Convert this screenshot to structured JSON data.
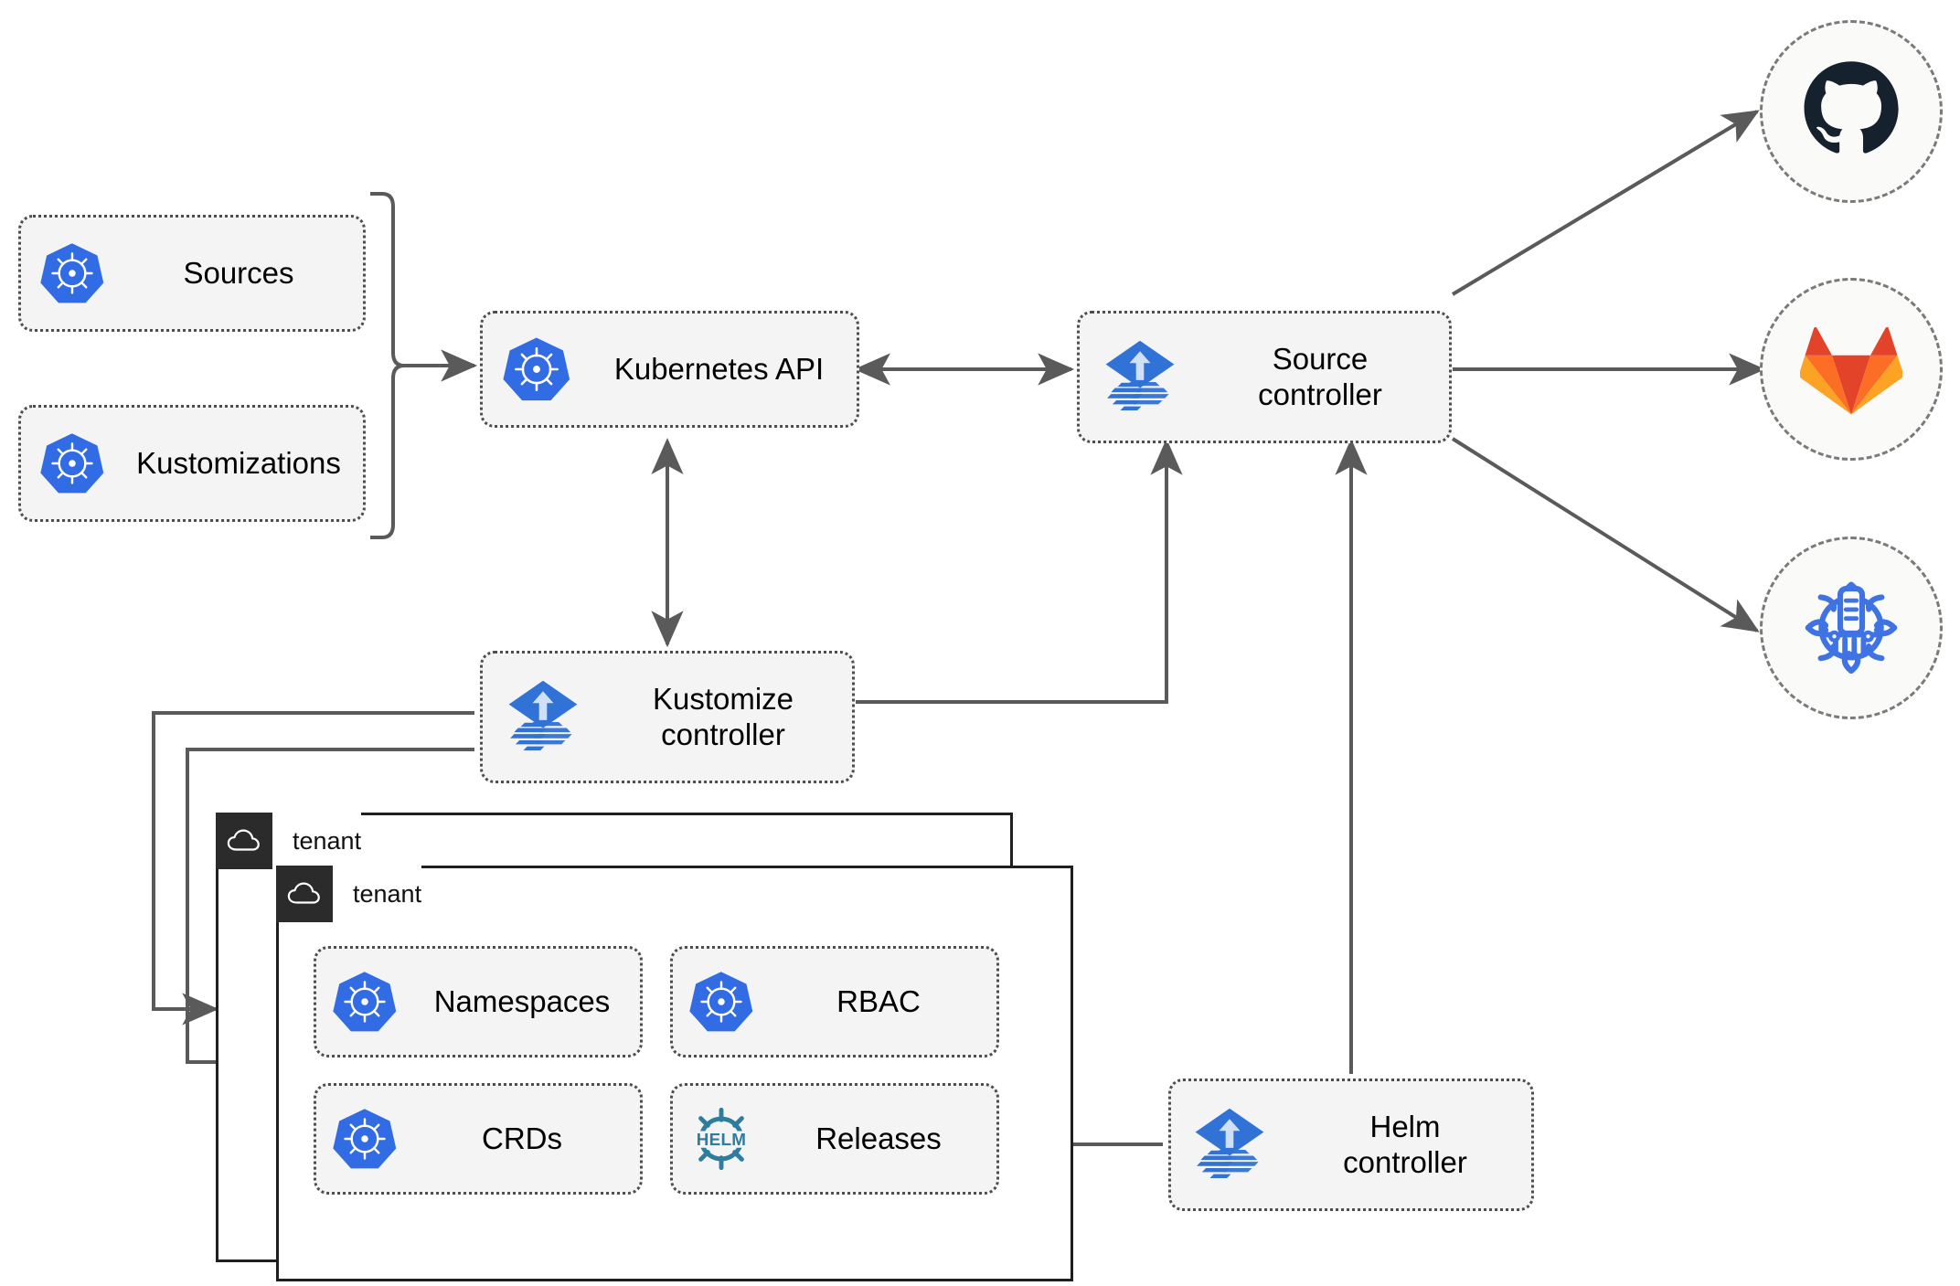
{
  "diagram": {
    "title": "Flux GitOps multi-tenancy architecture",
    "colors": {
      "kubernetes_blue": "#326CE5",
      "flux_blue": "#3072D6",
      "helm_teal": "#2E7D9E",
      "github_dark": "#16212E",
      "gitlab_orange": "#E24329",
      "gitlab_light_orange": "#FCA326",
      "node_fill": "#F4F4F4",
      "node_border": "#4D4D4D",
      "tenant_border": "#1F1F1F",
      "tenant_tab_bg": "#2B2B2B",
      "wire": "#5A5A5A"
    },
    "nodes": {
      "sources": {
        "label": "Sources",
        "icon": "kubernetes-icon"
      },
      "kustomizations": {
        "label": "Kustomizations",
        "icon": "kubernetes-icon"
      },
      "kubernetes_api": {
        "label": "Kubernetes API",
        "icon": "kubernetes-icon"
      },
      "source_controller": {
        "label": "Source\ncontroller",
        "icon": "flux-icon"
      },
      "kustomize_controller": {
        "label": "Kustomize\ncontroller",
        "icon": "flux-icon"
      },
      "helm_controller": {
        "label": "Helm\ncontroller",
        "icon": "flux-icon"
      },
      "namespaces": {
        "label": "Namespaces",
        "icon": "kubernetes-icon"
      },
      "rbac": {
        "label": "RBAC",
        "icon": "kubernetes-icon"
      },
      "crds": {
        "label": "CRDs",
        "icon": "kubernetes-icon"
      },
      "releases": {
        "label": "Releases",
        "icon": "helm-icon"
      }
    },
    "tenants": [
      {
        "label": "tenant",
        "icon": "cloud-icon"
      },
      {
        "label": "tenant",
        "icon": "cloud-icon"
      }
    ],
    "providers": [
      {
        "name": "github",
        "icon": "github-icon"
      },
      {
        "name": "gitlab",
        "icon": "gitlab-icon"
      },
      {
        "name": "helm-repository",
        "icon": "helm-repository-icon"
      }
    ],
    "connections": [
      {
        "from": "sources",
        "to": "kubernetes_api",
        "arrow": "single"
      },
      {
        "from": "kustomizations",
        "to": "kubernetes_api",
        "arrow": "single"
      },
      {
        "from": "kubernetes_api",
        "to": "source_controller",
        "arrow": "double"
      },
      {
        "from": "kubernetes_api",
        "to": "kustomize_controller",
        "arrow": "double"
      },
      {
        "from": "kustomize_controller",
        "to": "source_controller",
        "arrow": "single"
      },
      {
        "from": "kustomize_controller",
        "to": "tenant-1",
        "arrow": "single"
      },
      {
        "from": "kustomize_controller",
        "to": "tenant-2",
        "arrow": "single"
      },
      {
        "from": "helm_controller",
        "to": "source_controller",
        "arrow": "single"
      },
      {
        "from": "helm_controller",
        "to": "releases",
        "arrow": "single"
      },
      {
        "from": "source_controller",
        "to": "github",
        "arrow": "single"
      },
      {
        "from": "source_controller",
        "to": "gitlab",
        "arrow": "single"
      },
      {
        "from": "source_controller",
        "to": "helm-repository",
        "arrow": "single"
      }
    ]
  }
}
